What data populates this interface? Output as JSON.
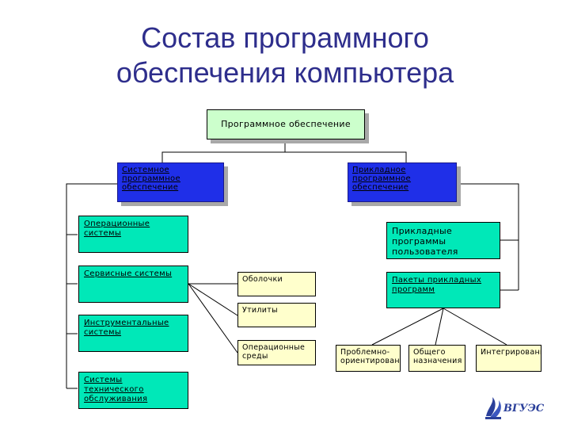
{
  "title": {
    "line1": "Состав программного",
    "line2": "обеспечения компьютера"
  },
  "nodes": {
    "root": "Программное обеспечение",
    "system_software": "Системное программное обеспечение",
    "applied_software": "Прикладное программное обеспечение",
    "operating_systems": "Операционные системы",
    "service_systems": "Сервисные системы",
    "tool_systems": "Инструментальные системы",
    "maintenance_systems": "Системы технического обслуживания",
    "shells": "Оболочки",
    "utilities": "Утилиты",
    "operating_environments": "Операционные среды",
    "user_applications": "Прикладные программы пользователя",
    "application_packages": "Пакеты прикладных программ",
    "problem_oriented": "Проблемно-ориентированные",
    "general_purpose": "Общего назначения",
    "integrated": "Интегрированные"
  },
  "logo": {
    "text": "ВГУЭС"
  },
  "colors": {
    "title": "#2e2e8c",
    "root": "#ccffcc",
    "level1": "#1f2fe8",
    "level2": "#00e8b8",
    "level3": "#ffffcc"
  }
}
